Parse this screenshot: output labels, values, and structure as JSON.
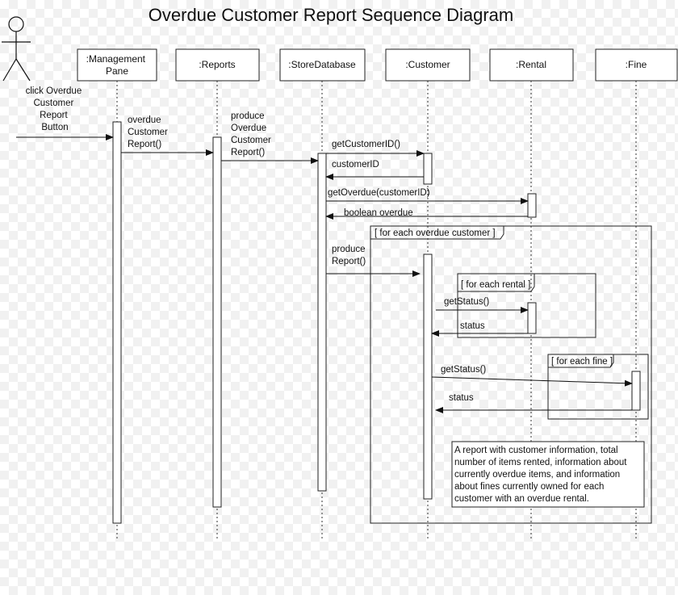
{
  "title": "Overdue Customer Report Sequence Diagram",
  "actor_label": [
    "click Overdue",
    "Customer",
    "Report",
    "Button"
  ],
  "objects": {
    "management_pane": [
      ":Management",
      "Pane"
    ],
    "reports": ":Reports",
    "store_database": ":StoreDatabase",
    "customer": ":Customer",
    "rental": ":Rental",
    "fine": ":Fine"
  },
  "messages": {
    "overdue_customer_report": [
      "overdue",
      "Customer",
      "Report()"
    ],
    "produce_overdue_customer_report": [
      "produce",
      "Overdue",
      "Customer",
      "Report()"
    ],
    "get_customer_id": "getCustomerID()",
    "customer_id": "customerID",
    "get_overdue": "getOverdue(customerID)",
    "boolean_overdue": "boolean overdue",
    "produce_report": [
      "produce",
      "Report()"
    ],
    "get_status_rental": "getStatus()",
    "status_rental": "status",
    "get_status_fine": "getStatus()",
    "status_fine": "status"
  },
  "frames": {
    "each_overdue_customer": "[ for each overdue customer ]",
    "each_rental": "[ for each rental ]",
    "each_fine": "[ for each fine ]"
  },
  "note": [
    "A report with customer information, total",
    "number of items rented, information about",
    "currently overdue items, and information",
    "about fines currently owned for each",
    "customer with an overdue rental."
  ]
}
